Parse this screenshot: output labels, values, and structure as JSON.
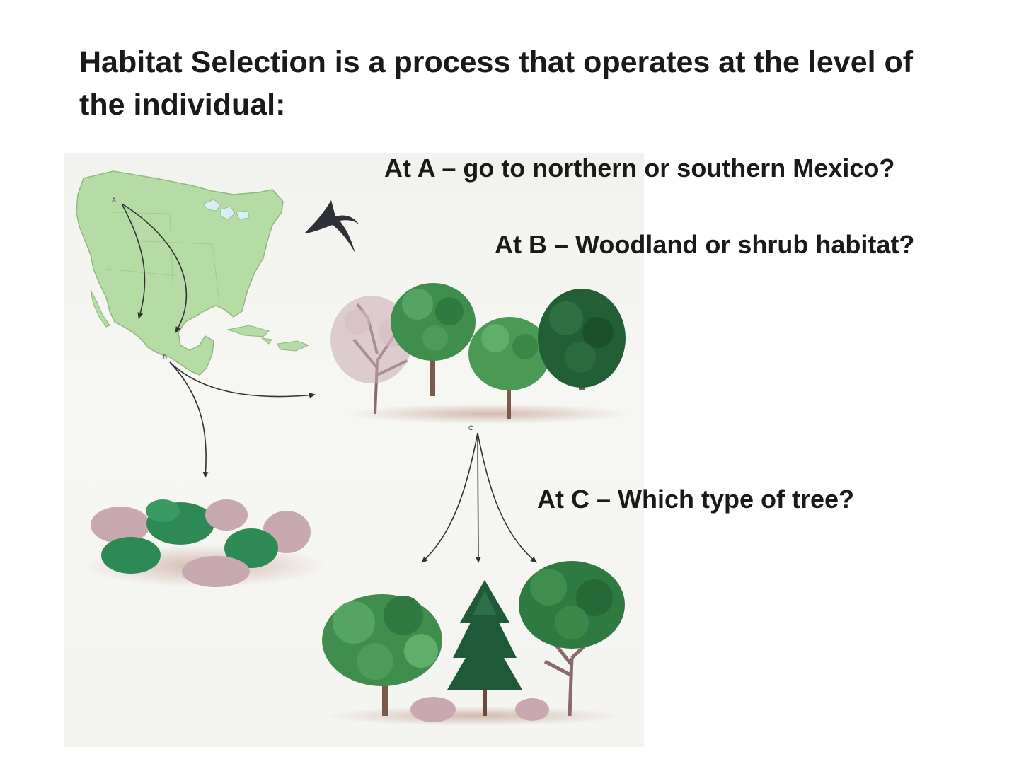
{
  "title": "Habitat Selection is a process that operates at the level of the individual:",
  "questions": {
    "a": "At A – go to northern or southern Mexico?",
    "b": "At B – Woodland or shrub habitat?",
    "c": "At C – Which type of tree?"
  },
  "map_labels": {
    "a": "A",
    "b": "B",
    "c": "C"
  },
  "icons": [
    "bird-icon",
    "north-america-map",
    "woodland-trees",
    "shrub-habitat",
    "tree-types"
  ],
  "colors": {
    "map_fill": "#b5dca5",
    "tree_green": "#3f8e4e",
    "dark_green": "#235f34",
    "bare_tree": "#c9a9b0"
  }
}
